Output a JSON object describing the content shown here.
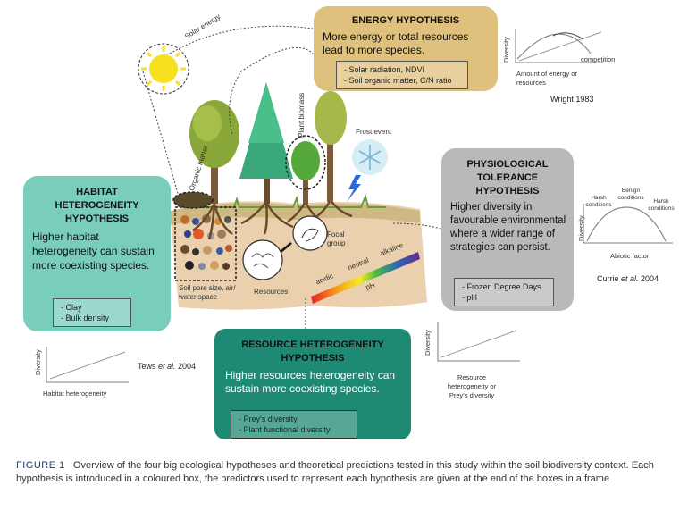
{
  "energy": {
    "title": "ENERGY HYPOTHESIS",
    "body": "More energy or total resources lead to more species.",
    "predictors": [
      "Solar radiation, NDVI",
      "Soil organic matter, C/N ratio"
    ],
    "color": "#dfc07c"
  },
  "habitat": {
    "title": "HABITAT HETEROGENEITY HYPOTHESIS",
    "body": "Higher habitat heterogeneity can sustain more coexisting species.",
    "predictors": [
      "Clay",
      "Bulk density"
    ],
    "color": "#78cdbb"
  },
  "physio": {
    "title": "PHYSIOLOGICAL TOLERANCE HYPOTHESIS",
    "body": "Higher diversity in favourable environmental where a wider range of strategies can persist.",
    "predictors": [
      "Frozen Degree Days",
      "pH"
    ],
    "color": "#b9b9b9"
  },
  "resource": {
    "title": "RESOURCE HETEROGENEITY HYPOTHESIS",
    "body": "Higher resources heterogeneity can sustain more coexisting species.",
    "predictors": [
      "Prey's diversity",
      "Plant functional diversity"
    ],
    "color": "#1f8a73"
  },
  "graphs": {
    "diversity": "Diversity",
    "energy_x": "Amount of energy or resources",
    "competition": "competition",
    "energy_ref": "Wright 1983",
    "physio_x": "Abiotic factor",
    "harsh_left": "Harsh conditions",
    "benign": "Benign conditions",
    "harsh_right": "Harsh conditions",
    "physio_ref_pre": "Currie ",
    "physio_ref_em": "et al.",
    "physio_ref_post": " 2004",
    "habitat_x": "Habitat heterogeneity",
    "habitat_ref_pre": "Tews ",
    "habitat_ref_em": "et al.",
    "habitat_ref_post": " 2004",
    "resource_x": "Resource heterogeneity or Prey's diversity"
  },
  "scene": {
    "solar_energy": "Solar energy",
    "organic_matter": "Organic matter",
    "plant_biomass": "Plant biomass",
    "frost_event": "Frost event",
    "focal_group": "Focal group",
    "resources": "Resources",
    "soil_pore": "Soil pore size, air/ water space",
    "acidic": "acidic",
    "neutral": "neutral",
    "alkaline": "alkaline",
    "ph": "pH"
  },
  "caption": {
    "label": "FIGURE 1",
    "text": "Overview of the four big ecological hypotheses and theoretical predictions tested in this study within the soil biodiversity context. Each hypothesis is introduced in a coloured box, the predictors used to represent each hypothesis are given at the end of the boxes in a frame"
  }
}
